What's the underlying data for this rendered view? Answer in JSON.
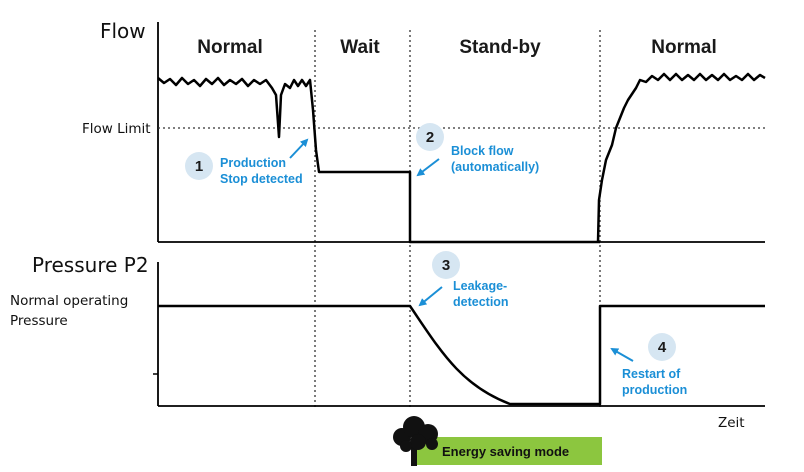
{
  "flow_title": "Flow",
  "pressure_title": "Pressure P2",
  "flow_limit_label": "Flow Limit",
  "pressure_label_line1": "Normal operating",
  "pressure_label_line2": "Pressure",
  "x_axis_label": "Zeit",
  "phases": [
    "Normal",
    "Wait",
    "Stand-by",
    "Normal"
  ],
  "steps": [
    {
      "number": "1",
      "line1": "Production",
      "line2": "Stop detected"
    },
    {
      "number": "2",
      "line1": "Block flow",
      "line2": "(automatically)"
    },
    {
      "number": "3",
      "line1": "Leakage-",
      "line2": "detection"
    },
    {
      "number": "4",
      "line1": "Restart of",
      "line2": "production"
    }
  ],
  "energy_saving_label": "Energy saving mode",
  "colors": {
    "accent": "#1b8fd6",
    "badge_fill": "#d6e6f2",
    "energy_bar": "#8cc63f",
    "line": "#000000"
  }
}
